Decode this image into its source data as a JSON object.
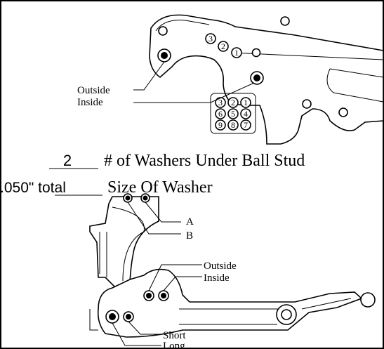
{
  "top_diagram": {
    "outside_label": "Outside",
    "inside_label": "Inside",
    "hole_numbers_upper": [
      "3",
      "2",
      "1"
    ],
    "hole_numbers_grid": [
      "3",
      "2",
      "1",
      "6",
      "5",
      "4",
      "9",
      "8",
      "7"
    ]
  },
  "washers": {
    "count_value": "2",
    "count_label": "# of Washers Under Ball Stud",
    "size_value": ".050\" total",
    "size_label": "Size Of Washer"
  },
  "bottom_diagram": {
    "label_a": "A",
    "label_b": "B",
    "outside_label": "Outside",
    "inside_label": "Inside",
    "short_label": "Short",
    "long_label": "Long"
  }
}
